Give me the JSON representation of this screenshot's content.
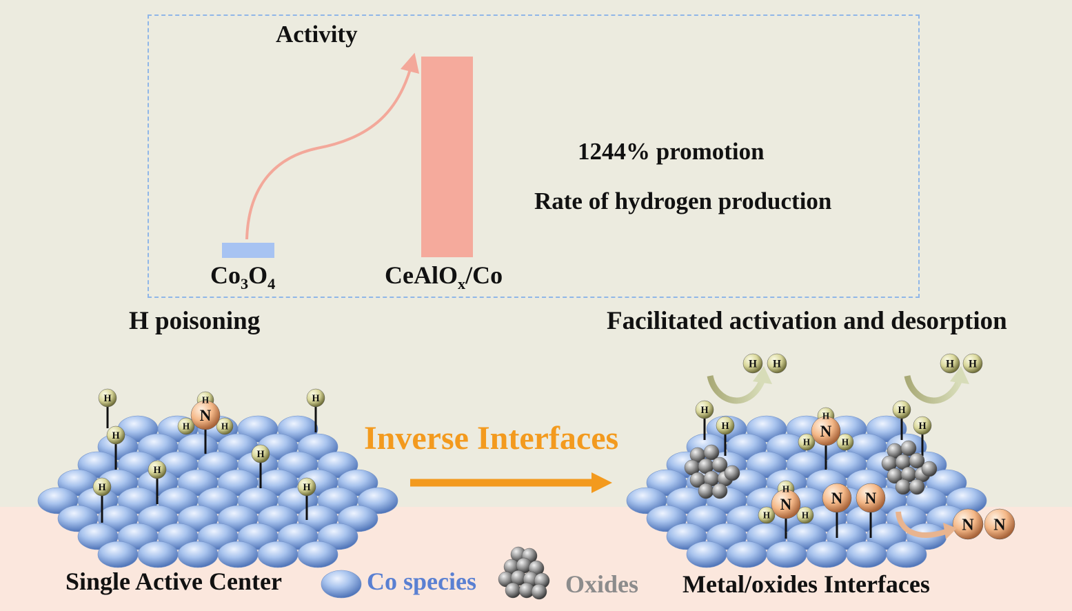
{
  "chart_data": {
    "type": "bar",
    "title": "Activity",
    "categories": [
      "Co3O4",
      "CeAlOx/Co"
    ],
    "values": [
      1,
      13.44
    ],
    "colors": [
      "#a7c3f2",
      "#f5aa9c"
    ],
    "annotations": [
      "1244% promotion",
      "Rate of hydrogen production"
    ]
  },
  "chart": {
    "title": "Activity",
    "cat1": {
      "base": "Co",
      "s1": "3",
      "mid": "O",
      "s2": "4"
    },
    "cat2": {
      "base": "CeAlO",
      "sub": "x",
      "tail": "/Co"
    },
    "promotion": "1244% promotion",
    "rate_label": "Rate of hydrogen production"
  },
  "labels": {
    "h_poisoning": "H poisoning",
    "facilitated": "Facilitated activation and desorption",
    "inverse": "Inverse Interfaces",
    "single_center": "Single Active Center",
    "co_species": "Co species",
    "oxides": "Oxides",
    "metal_oxides": "Metal/oxides Interfaces"
  },
  "atoms": {
    "H": "H",
    "N": "N"
  },
  "colors": {
    "accent_orange": "#f39a1e",
    "co_blue": "#a9c4ee",
    "co_text": "#5a80d2",
    "oxide_text": "#8c8c8c",
    "h_atom": "#d9d79a",
    "n_atom": "#f4b888"
  }
}
